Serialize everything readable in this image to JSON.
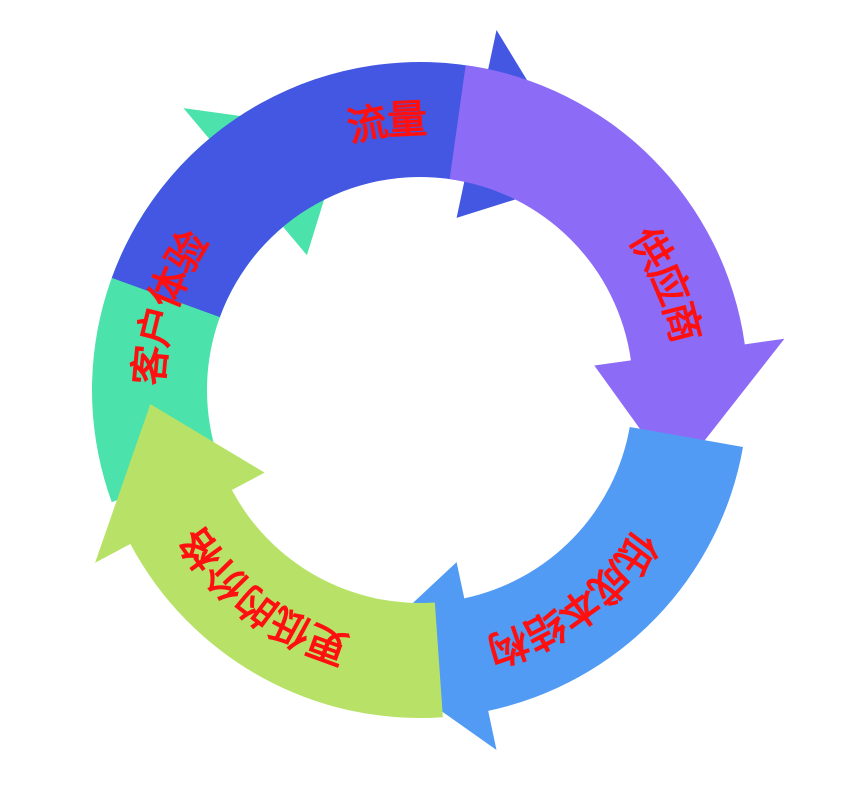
{
  "diagram": {
    "type": "cycle",
    "steps": [
      {
        "label": "流量",
        "color": "#4357e2"
      },
      {
        "label": "供应商",
        "color": "#8c6cf6"
      },
      {
        "label": "低成本结构",
        "color": "#519bf4"
      },
      {
        "label": "更低的价格",
        "color": "#b8e267"
      },
      {
        "label": "客户体验",
        "color": "#4be3ab"
      }
    ],
    "text_color": "#ff1010"
  }
}
